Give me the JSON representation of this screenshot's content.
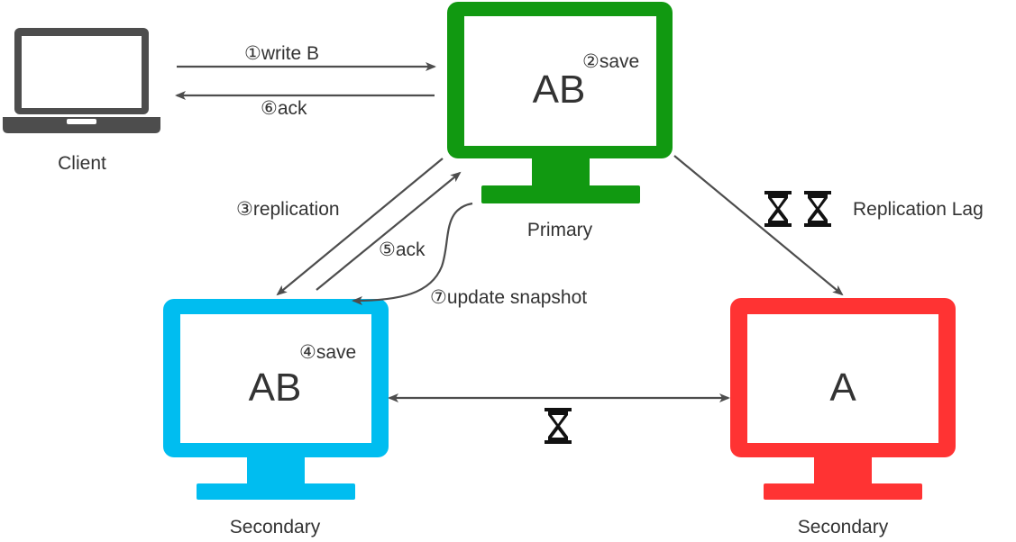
{
  "nodes": {
    "client": {
      "label": "Client"
    },
    "primary": {
      "label": "Primary",
      "content": "AB",
      "step": "②save",
      "color": "#119911"
    },
    "secondary_left": {
      "label": "Secondary",
      "content": "AB",
      "step": "④save",
      "color": "#00bdf0"
    },
    "secondary_right": {
      "label": "Secondary",
      "content": "A",
      "color": "#ff3333"
    }
  },
  "edges": {
    "write": "①write B",
    "ack_client": "⑥ack",
    "replication": "③replication",
    "ack_primary": "⑤ack",
    "update_snapshot": "⑦update snapshot",
    "replication_lag": "Replication Lag"
  },
  "icons": {
    "lag": "hourglass-icon"
  }
}
